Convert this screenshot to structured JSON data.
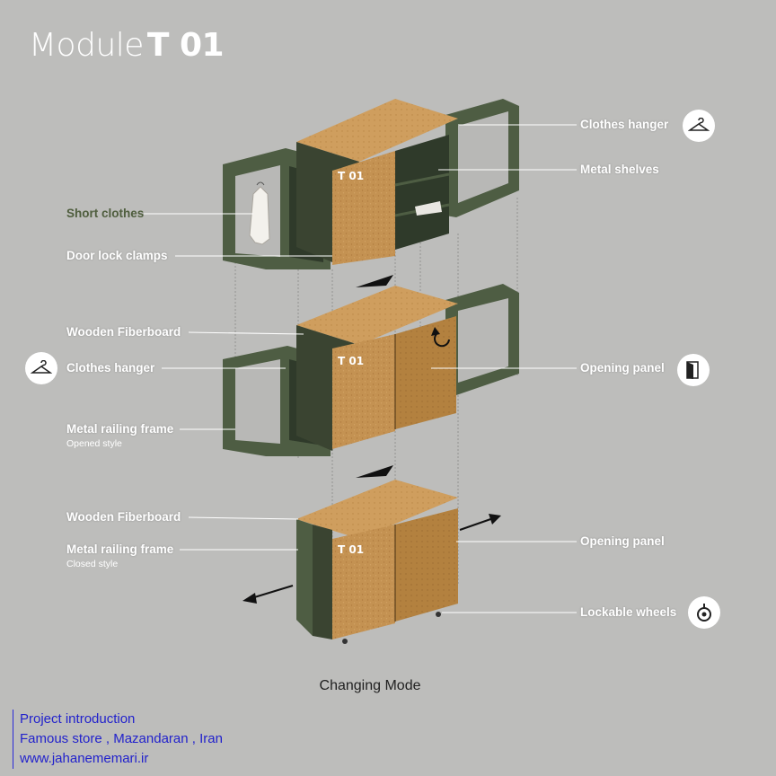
{
  "title": {
    "light": "Module",
    "bold": "T 01"
  },
  "labels": {
    "clothes_hanger_top": "Clothes hanger",
    "metal_shelves": "Metal shelves",
    "short_clothes": "Short clothes",
    "door_lock_clamps": "Door lock clamps",
    "wooden_fiberboard_mid": "Wooden Fiberboard",
    "clothes_hanger_mid": "Clothes hanger",
    "opening_panel_mid": "Opening panel",
    "metal_railing_opened": "Metal railing frame",
    "opened_style": "Opened style",
    "wooden_fiberboard_bottom": "Wooden Fiberboard",
    "metal_railing_closed": "Metal railing frame",
    "closed_style": "Closed style",
    "opening_panel_bottom": "Opening panel",
    "lockable_wheels": "Lockable wheels"
  },
  "cabinet_tags": {
    "top": "T 01",
    "middle": "T 01",
    "bottom": "T 01"
  },
  "caption": "Changing Mode",
  "footer": {
    "line1": "Project introduction",
    "line2": "Famous store , Mazandaran , Iran",
    "line3": "www.jahanememari.ir"
  },
  "colors": {
    "background": "#bdbdbb",
    "wood": "#c49252",
    "wood_dark": "#a8783f",
    "wood_light": "#d2a265",
    "metal_frame": "#4e5d43",
    "label_text": "#ffffff",
    "footer_text": "#2222cc"
  },
  "icons": [
    "clothes-hanger-icon",
    "door-open-icon",
    "lockable-wheel-icon",
    "rotate-icon",
    "arrow-icon"
  ]
}
